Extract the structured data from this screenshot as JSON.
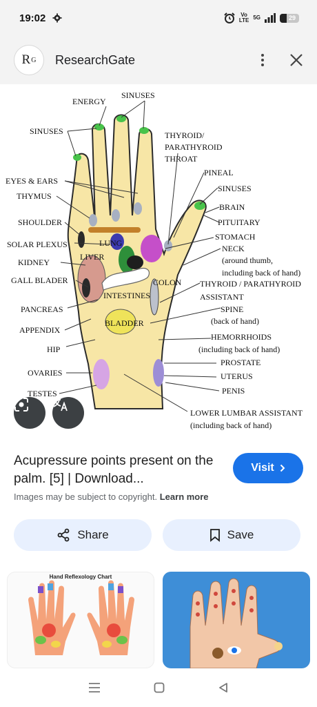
{
  "status": {
    "time": "19:02",
    "network_top": "Vo",
    "network_bottom": "LTE",
    "signal": "5G",
    "battery": "29"
  },
  "header": {
    "logo_main": "R",
    "logo_sup": "G",
    "site_name": "ResearchGate"
  },
  "chart_labels": {
    "energy": "ENERGY",
    "sinuses_top": "SINUSES",
    "sinuses_left": "SINUSES",
    "thyroid": "THYROID/",
    "parathyroid": "PARATHYROID",
    "throat": "THROAT",
    "pineal": "PINEAL",
    "sinuses_right": "SINUSES",
    "eyes_ears": "EYES & EARS",
    "thymus": "THYMUS",
    "brain": "BRAIN",
    "pituitary": "PITUITARY",
    "shoulder": "SHOULDER",
    "stomach": "STOMACH",
    "solar_plexus": "SOLAR PLEXUS",
    "lung": "LUNG",
    "neck": "NECK",
    "around_thumb": "(around thumb,",
    "incl_back_hand": "including back of hand)",
    "kidney": "KIDNEY",
    "liver": "LIVER",
    "gall_blader": "GALL BLADER",
    "colon": "COLON",
    "thyroid_para": "THYROID / PARATHYROID",
    "assistant": "ASSISTANT",
    "intestines": "INTESTINES",
    "pancreas": "PANCREAS",
    "spine": "SPINE",
    "back_of_hand": "(back of hand)",
    "bladder": "BLADDER",
    "appendix": "APPENDIX",
    "hemorrhoids": "HEMORRHOIDS",
    "including_back": "(including back of hand)",
    "hip": "HIP",
    "prostate": "PROSTATE",
    "ovaries": "OVARIES",
    "uterus": "UTERUS",
    "testes": "TESTES",
    "penis": "PENIS",
    "lower_lumbar": "LOWER LUMBAR ASSISTANT",
    "including_back_2": "(including back of hand)"
  },
  "result": {
    "title": "Acupressure points present on the palm. [5] | Download...",
    "visit_label": "Visit",
    "copyright": "Images may be subject to copyright.",
    "learn_more": "Learn more"
  },
  "actions": {
    "share_label": "Share",
    "save_label": "Save"
  },
  "thumbnails": {
    "first_title": "Hand Reflexology Chart"
  },
  "colors": {
    "accent": "#1a73e8",
    "chip_bg": "#e8f0fe",
    "hand_fill": "#f7e6a6"
  }
}
